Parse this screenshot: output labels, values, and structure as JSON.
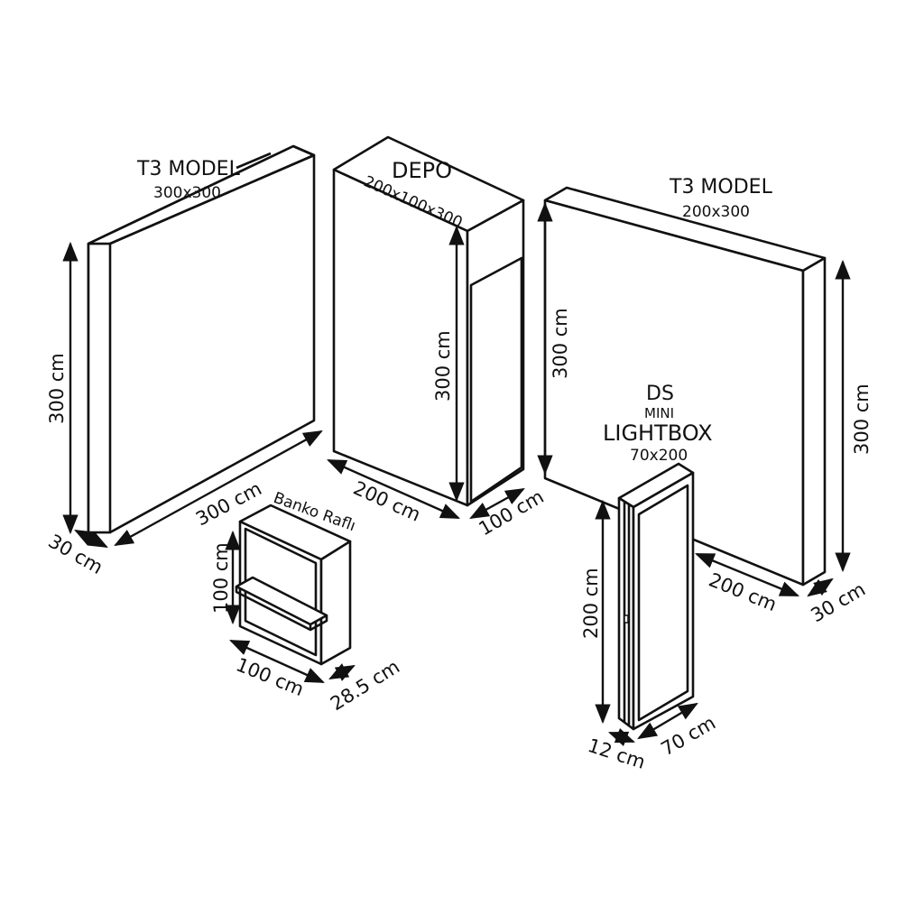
{
  "colors": {
    "line": "#111111",
    "background": "#ffffff"
  },
  "items": {
    "t3_left": {
      "title": "T3 MODEL",
      "size": "300x300",
      "height": "300 cm",
      "width": "300 cm",
      "depth": "30 cm"
    },
    "depo": {
      "title": "DEPO",
      "size": "200x100x300",
      "height": "300 cm",
      "width": "200 cm",
      "depth": "100 cm"
    },
    "t3_right": {
      "title": "T3 MODEL",
      "size": "200x300",
      "height_left": "300 cm",
      "height_right": "300 cm",
      "width": "200 cm",
      "depth": "30 cm"
    },
    "lightbox": {
      "line1": "DS",
      "line2": "MINI",
      "line3": "LIGHTBOX",
      "size": "70x200",
      "height": "200 cm",
      "width": "70 cm",
      "depth": "12 cm"
    },
    "banko": {
      "title": "Banko Raflı",
      "height": "100 cm",
      "width": "100 cm",
      "depth": "28.5 cm"
    }
  }
}
